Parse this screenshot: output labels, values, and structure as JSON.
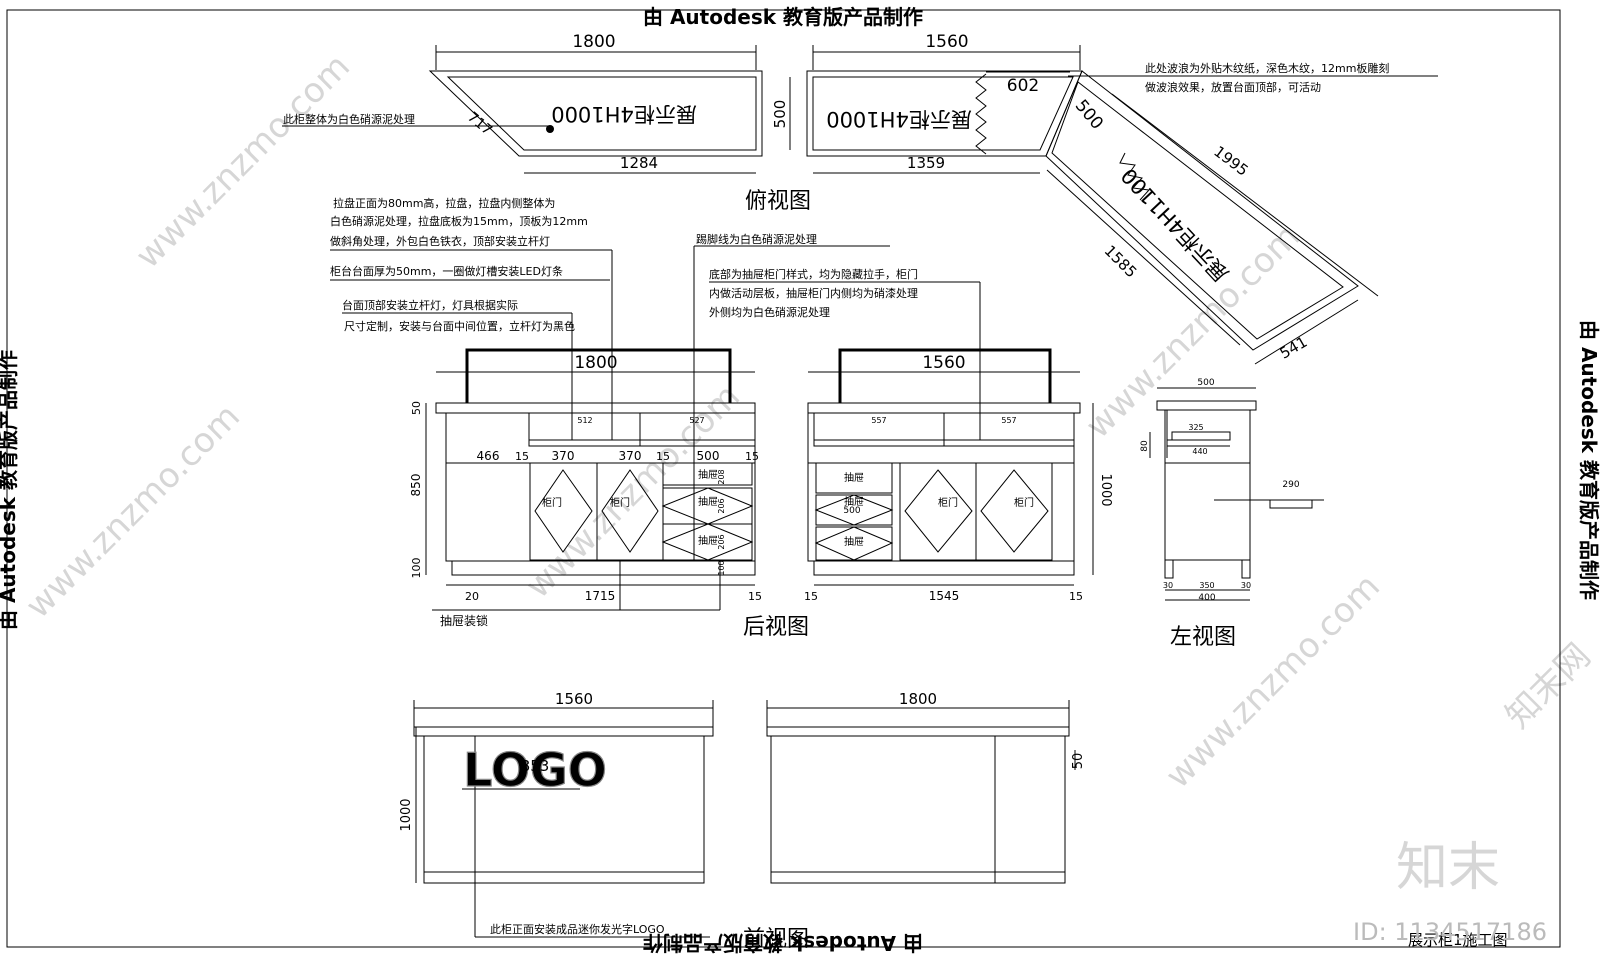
{
  "stamp": "由 Autodesk 教育版产品制作",
  "views": {
    "top": "俯视图",
    "back": "后视图",
    "left": "左视图",
    "front": "前视图"
  },
  "cabinet_labels": {
    "c1": "展示柜4H1000",
    "c2": "展示柜4H1000",
    "c3": "展示柜4H1100"
  },
  "plan_dims": {
    "d1800": "1800",
    "d1560": "1560",
    "d1284": "1284",
    "d1359": "1359",
    "d500a": "500",
    "d500b": "500",
    "d602": "602",
    "d717": "717",
    "d1995": "1995",
    "d1585": "1585",
    "d541": "541"
  },
  "notes": {
    "n_left_top": "此柜整体为白色硝源泥处理",
    "n_right_top_1": "此处波浪为外贴木纹纸，深色木纹，12mm板雕刻",
    "n_right_top_2": "做波浪效果，放置台面顶部，可活动",
    "n_a1": "拉盘正面为80mm高，拉盘，拉盘内侧整体为",
    "n_a2": "白色硝源泥处理，拉盘底板为15mm，顶板为12mm",
    "n_a3": "做斜角处理，外包白色铁衣，顶部安装立杆灯",
    "n_a4": "柜台台面厚为50mm，一圈做灯槽安装LED灯条",
    "n_a5": "台面顶部安装立杆灯，灯具根据实际",
    "n_a6": "尺寸定制，安装与台面中间位置，立杆灯为黑色",
    "n_b1": "踢脚线为白色硝源泥处理",
    "n_b2": "底部为抽屉柜门样式，均为隐藏拉手，柜门",
    "n_b3": "内做活动层板，抽屉柜门内侧均为硝漆处理",
    "n_b4": "外侧均为白色硝源泥处理",
    "n_lock": "抽屉装锁",
    "n_logo": "此柜正面安装成品迷你发光字LOGO"
  },
  "back_dims": {
    "w1800": "1800",
    "w1560": "1560",
    "h50": "50",
    "h850": "850",
    "h100": "100",
    "h1000": "1000",
    "d466": "466",
    "d15a": "15",
    "d370a": "370",
    "d370b": "370",
    "d15b": "15",
    "d500": "500",
    "d15c": "15",
    "d20": "20",
    "d1715": "1715",
    "d15d": "15",
    "d15e": "15",
    "d1545": "1545",
    "d15f": "15",
    "s512": "512",
    "s527": "527",
    "s557a": "557",
    "s557b": "557",
    "s208": "208",
    "s206a": "206",
    "s206b": "206",
    "s100": "100",
    "s500m": "500"
  },
  "door_labels": {
    "door": "柜门",
    "drawer": "抽屉"
  },
  "side_dims": {
    "s500": "500",
    "s80": "80",
    "s325": "325",
    "s290": "290",
    "s30a": "30",
    "s350": "350",
    "s30b": "30",
    "s400": "400",
    "s440": "440"
  },
  "front_dims": {
    "f1560": "1560",
    "f1800": "1800",
    "f1000": "1000",
    "f853": "853",
    "f50": "50"
  },
  "logo_text": "LOGO",
  "watermark": {
    "site": "www.znzmo.com",
    "brand": "知末网",
    "logo": "知末",
    "id": "ID: 1134517186",
    "partial": "展示柜1施工图"
  }
}
